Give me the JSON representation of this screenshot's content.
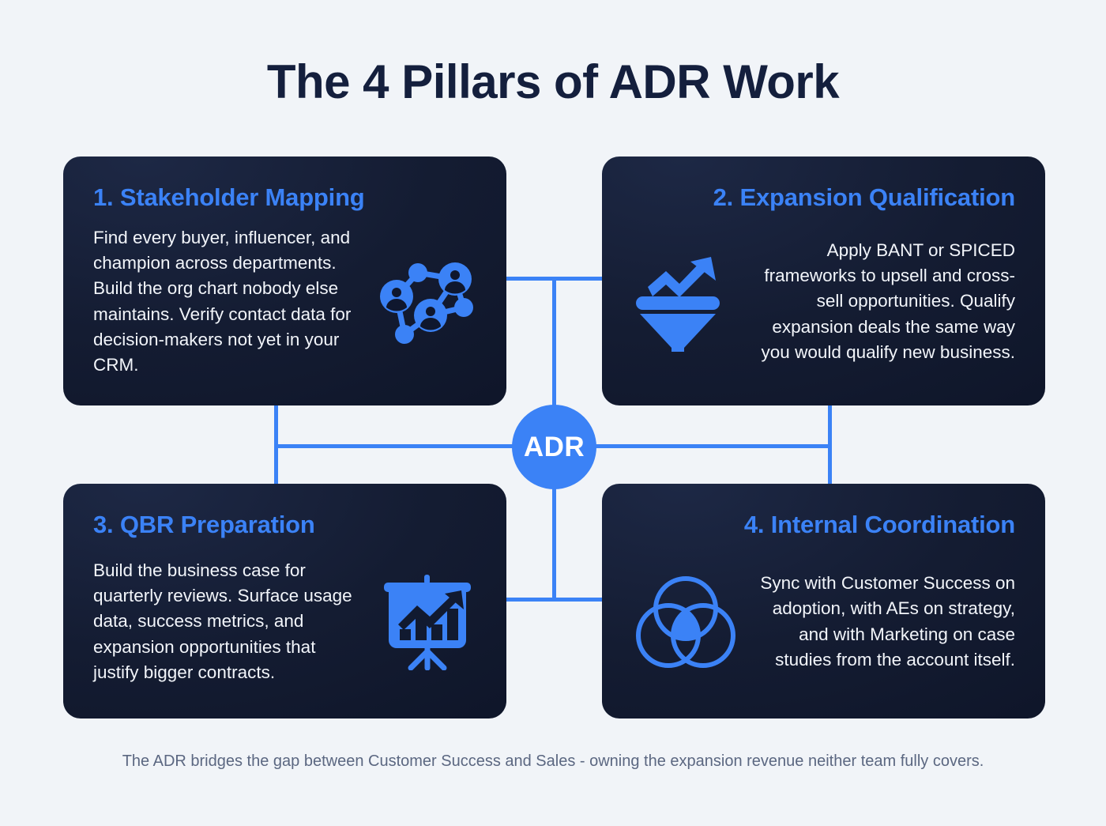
{
  "page": {
    "title": "The 4 Pillars of ADR Work",
    "footer_note": "The ADR bridges the gap between Customer Success and Sales - owning the expansion revenue neither team fully covers."
  },
  "hub": {
    "label": "ADR"
  },
  "colors": {
    "background": "#f1f4f8",
    "card_background": "#141c32",
    "accent_blue": "#3b82f6",
    "title_navy": "#141f3d",
    "body_text": "#f2f5fa",
    "footer_text": "#5b6781"
  },
  "cards": [
    {
      "title": "1. Stakeholder Mapping",
      "text": "Find every buyer, influencer, and champion across departments. Build the org chart nobody else maintains. Verify contact data for decision-makers not yet in your CRM.",
      "icon": "stakeholder-network-icon",
      "align": "left"
    },
    {
      "title": "2. Expansion Qualification",
      "text": "Apply BANT or SPICED frameworks to upsell and cross-sell opportunities. Qualify expansion deals the same way you would qualify new business.",
      "icon": "funnel-growth-icon",
      "align": "right"
    },
    {
      "title": "3. QBR Preparation",
      "text": "Build the business case for quarterly reviews. Surface usage data, success metrics, and expansion opportunities that justify bigger contracts.",
      "icon": "presentation-chart-icon",
      "align": "left"
    },
    {
      "title": "4. Internal Coordination",
      "text": "Sync with Customer Success on adoption, with AEs on strategy, and with Marketing on case studies from the account itself.",
      "icon": "venn-diagram-icon",
      "align": "right"
    }
  ]
}
